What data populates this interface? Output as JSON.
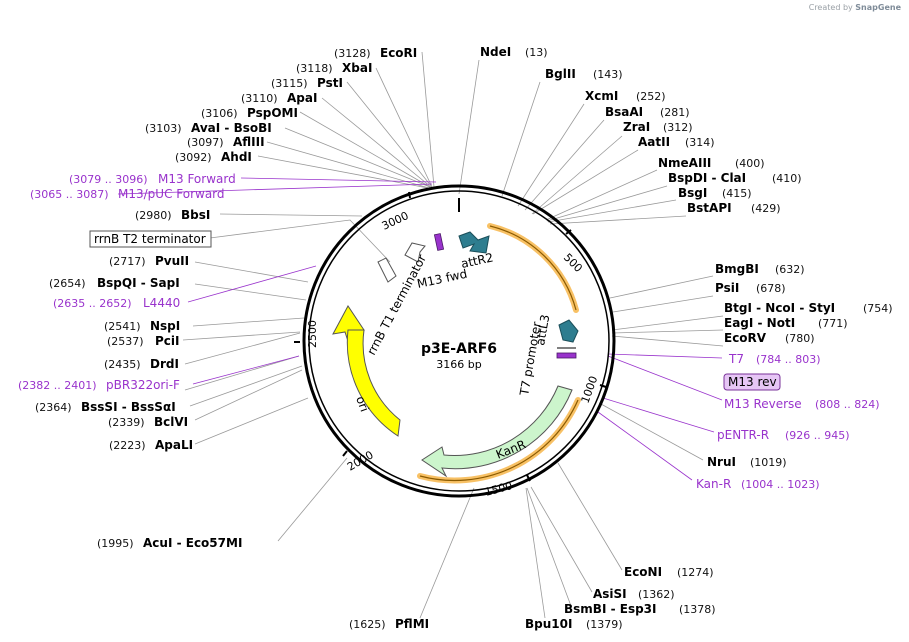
{
  "credit": {
    "prefix": "Created by",
    "brand": "SnapGene"
  },
  "plasmid": {
    "name": "p3E-ARF6",
    "length": "3166 bp"
  },
  "ticks": [
    "500",
    "1000",
    "1500",
    "2000",
    "2500",
    "3000"
  ],
  "features": {
    "attR2": "attR2",
    "m13fwd": "M13 fwd",
    "rrnb_t1": "rrnB T1 terminator",
    "attl3": "attL3",
    "t7prom": "T7 promoter",
    "kanr": "KanR",
    "ori": "ori"
  },
  "sites": [
    {
      "name": "NdeI",
      "pos": "(13)"
    },
    {
      "name": "BglII",
      "pos": "(143)"
    },
    {
      "name": "XcmI",
      "pos": "(252)"
    },
    {
      "name": "BsaAI",
      "pos": "(281)"
    },
    {
      "name": "ZraI",
      "pos": "(312)"
    },
    {
      "name": "AatII",
      "pos": "(314)"
    },
    {
      "name": "NmeAIII",
      "pos": "(400)"
    },
    {
      "name": "BspDI - ClaI",
      "pos": "(410)"
    },
    {
      "name": "BsgI",
      "pos": "(415)"
    },
    {
      "name": "BstAPI",
      "pos": "(429)"
    },
    {
      "name": "BmgBI",
      "pos": "(632)"
    },
    {
      "name": "PsiI",
      "pos": "(678)"
    },
    {
      "name": "BtgI - NcoI - StyI",
      "pos": "(754)"
    },
    {
      "name": "EagI - NotI",
      "pos": "(771)"
    },
    {
      "name": "EcoRV",
      "pos": "(780)"
    },
    {
      "name": "NruI",
      "pos": "(1019)"
    },
    {
      "name": "EcoNI",
      "pos": "(1274)"
    },
    {
      "name": "AsiSI",
      "pos": "(1362)"
    },
    {
      "name": "BsmBI - Esp3I",
      "pos": "(1378)"
    },
    {
      "name": "Bpu10I",
      "pos": "(1379)"
    },
    {
      "name": "PflMI",
      "pos": "(1625)"
    },
    {
      "name": "AcuI - Eco57MI",
      "pos": "(1995)"
    },
    {
      "name": "ApaLI",
      "pos": "(2223)"
    },
    {
      "name": "BclVI",
      "pos": "(2339)"
    },
    {
      "name": "BssSI - BssSαI",
      "pos": "(2364)"
    },
    {
      "name": "DrdI",
      "pos": "(2435)"
    },
    {
      "name": "PciI",
      "pos": "(2537)"
    },
    {
      "name": "NspI",
      "pos": "(2541)"
    },
    {
      "name": "BspQI - SapI",
      "pos": "(2654)"
    },
    {
      "name": "PvuII",
      "pos": "(2717)"
    },
    {
      "name": "BbsI",
      "pos": "(2980)"
    },
    {
      "name": "AhdI",
      "pos": "(3092)"
    },
    {
      "name": "AflIII",
      "pos": "(3097)"
    },
    {
      "name": "AvaI - BsoBI",
      "pos": "(3103)"
    },
    {
      "name": "PspOMI",
      "pos": "(3106)"
    },
    {
      "name": "ApaI",
      "pos": "(3110)"
    },
    {
      "name": "PstI",
      "pos": "(3115)"
    },
    {
      "name": "XbaI",
      "pos": "(3118)"
    },
    {
      "name": "EcoRI",
      "pos": "(3128)"
    }
  ],
  "primers": [
    {
      "name": "T7",
      "pos": "(784 .. 803)"
    },
    {
      "name": "M13 Reverse",
      "pos": "(808 .. 824)"
    },
    {
      "name": "pENTR-R",
      "pos": "(926 .. 945)"
    },
    {
      "name": "Kan-R",
      "pos": "(1004 .. 1023)"
    },
    {
      "name": "pBR322ori-F",
      "pos": "(2382 .. 2401)"
    },
    {
      "name": "L4440",
      "pos": "(2635 .. 2652)"
    },
    {
      "name": "M13/pUC Forward",
      "pos": "(3065 .. 3087)"
    },
    {
      "name": "M13 Forward",
      "pos": "(3079 .. 3096)"
    }
  ],
  "boxed": {
    "rrnb_t2": "rrnB T2 terminator",
    "m13rev": "M13 rev"
  },
  "colors": {
    "primer": "#9933cc",
    "attsite": "#2e7d8f",
    "kanr": "#ccf5cc",
    "ori": "#ffff00",
    "highlight": "#f5a623"
  }
}
